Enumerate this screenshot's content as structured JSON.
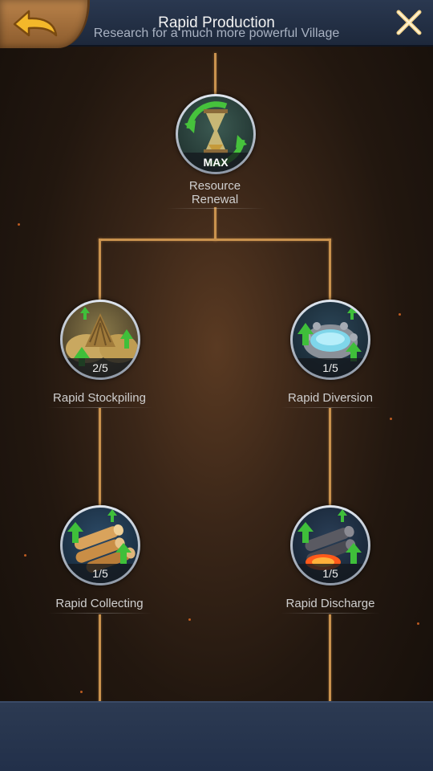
{
  "header": {
    "title": "Rapid Production",
    "back_icon": "back-arrow-icon",
    "close_icon": "close-icon"
  },
  "colors": {
    "connector": "#c9924e",
    "header_bg": "#1d283b",
    "back_button_bg": "#a06a36",
    "back_arrow": "#f4b82a",
    "upgrade_arrow": "#3fbf3a"
  },
  "tree": {
    "nodes": [
      {
        "id": "resource-renewal",
        "label": "Resource\nRenewal",
        "level": "MAX",
        "icon": "hourglass-icon"
      },
      {
        "id": "rapid-stockpiling",
        "label": "Rapid Stockpiling",
        "level": "2/5",
        "icon": "haystack-icon"
      },
      {
        "id": "rapid-diversion",
        "label": "Rapid Diversion",
        "level": "1/5",
        "icon": "stone-well-icon"
      },
      {
        "id": "rapid-collecting",
        "label": "Rapid Collecting",
        "level": "1/5",
        "icon": "log-pile-icon"
      },
      {
        "id": "rapid-discharge",
        "label": "Rapid Discharge",
        "level": "1/5",
        "icon": "burning-coal-icon"
      }
    ]
  },
  "footer": {
    "text": "Research for a much more powerful Village"
  }
}
